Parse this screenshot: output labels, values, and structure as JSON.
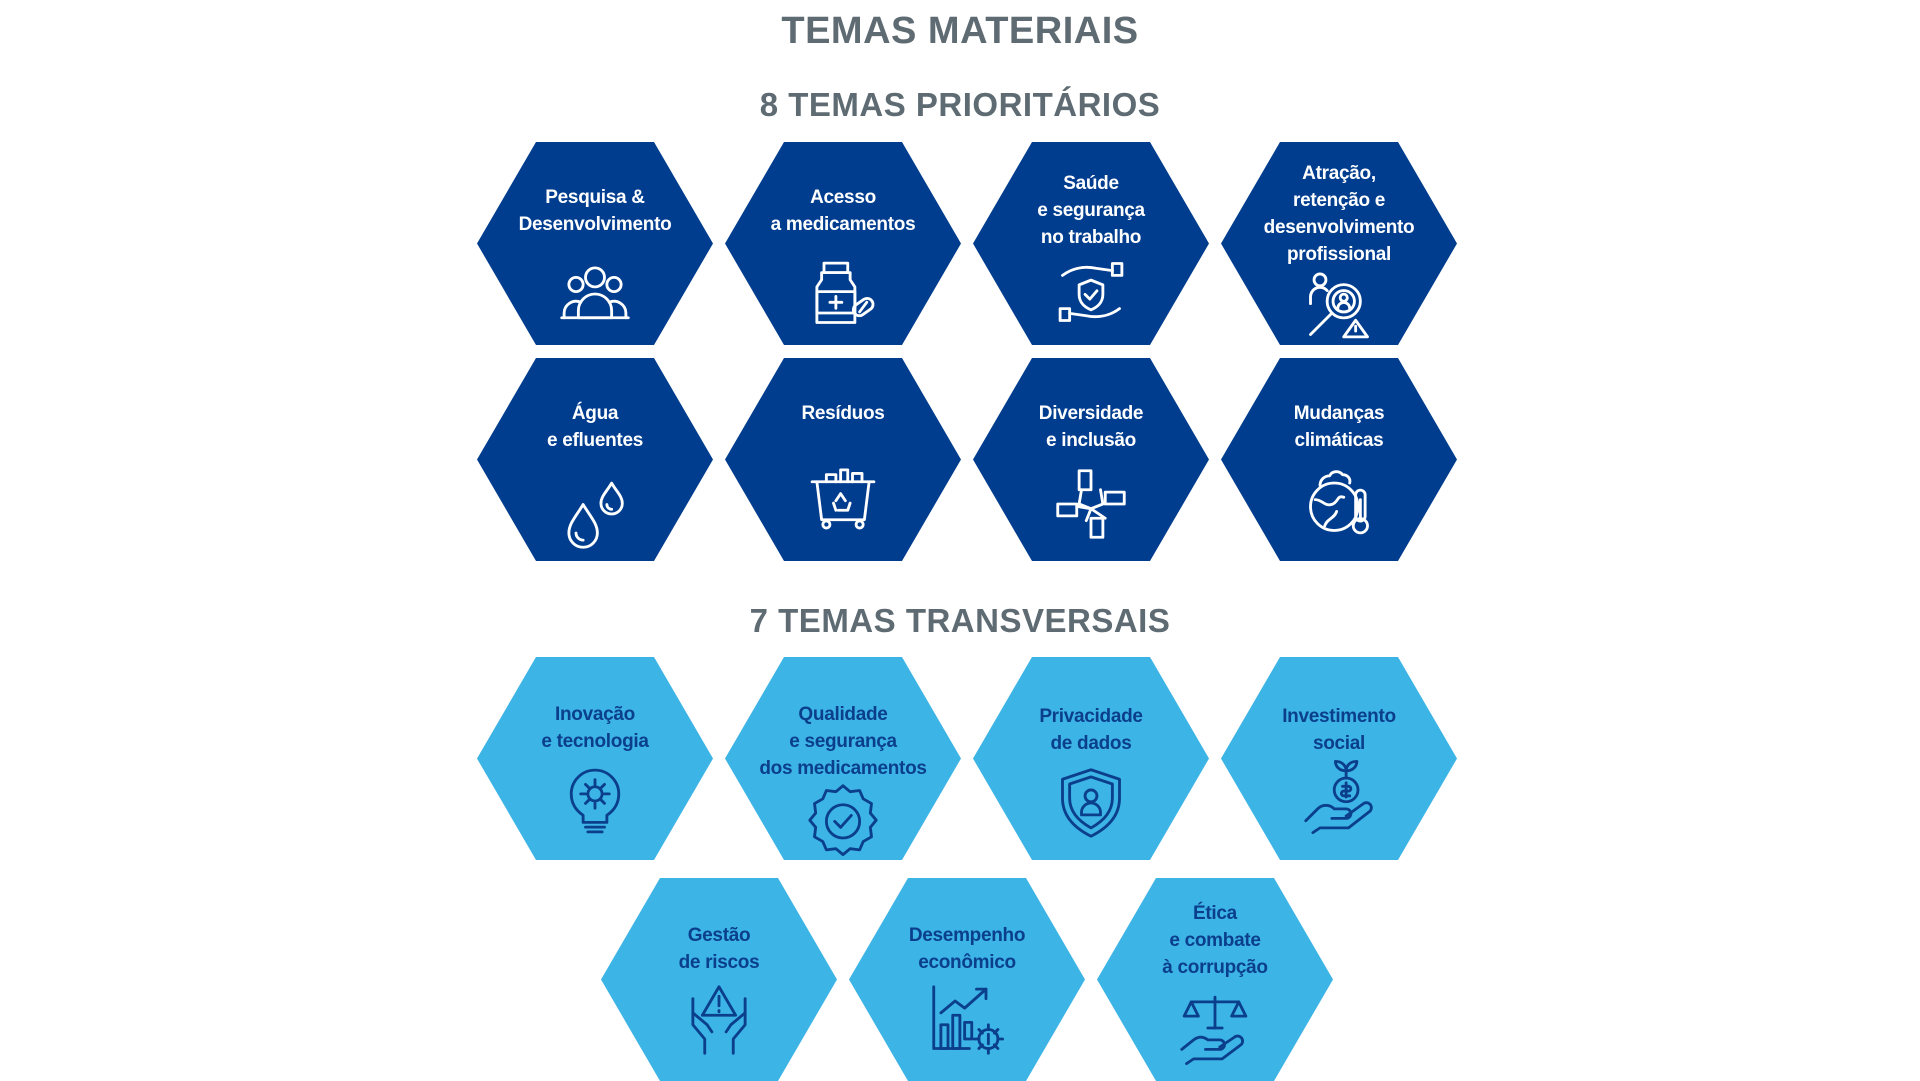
{
  "title": "TEMAS MATERIAIS",
  "prioritarios": {
    "heading": "8 TEMAS  PRIORITÁRIOS",
    "items": [
      {
        "lines": [
          "Pesquisa &",
          "Desenvolvimento"
        ],
        "icon": "people-group-icon"
      },
      {
        "lines": [
          "Acesso",
          "a medicamentos"
        ],
        "icon": "medicine-bottle-icon"
      },
      {
        "lines": [
          "Saúde",
          "e segurança",
          "no trabalho"
        ],
        "icon": "hands-shield-icon"
      },
      {
        "lines": [
          "Atração,",
          "retenção e",
          "desenvolvimento",
          "profissional"
        ],
        "icon": "talent-search-icon"
      },
      {
        "lines": [
          "Água",
          "e efluentes"
        ],
        "icon": "water-drops-icon"
      },
      {
        "lines": [
          "Resíduos"
        ],
        "icon": "recycle-bin-icon"
      },
      {
        "lines": [
          "Diversidade",
          "e inclusão"
        ],
        "icon": "joined-hands-icon"
      },
      {
        "lines": [
          "Mudanças",
          "climáticas"
        ],
        "icon": "globe-thermometer-icon"
      }
    ]
  },
  "transversais": {
    "heading": "7 TEMAS TRANSVERSAIS",
    "items": [
      {
        "lines": [
          "Inovação",
          "e tecnologia"
        ],
        "icon": "lightbulb-gear-icon"
      },
      {
        "lines": [
          "Qualidade",
          "e segurança",
          "dos medicamentos"
        ],
        "icon": "quality-badge-icon"
      },
      {
        "lines": [
          "Privacidade",
          "de dados"
        ],
        "icon": "shield-user-icon"
      },
      {
        "lines": [
          "Investimento",
          "social"
        ],
        "icon": "hand-coin-plant-icon"
      },
      {
        "lines": [
          "Gestão",
          "de riscos"
        ],
        "icon": "hands-warning-icon"
      },
      {
        "lines": [
          "Desempenho",
          "econômico"
        ],
        "icon": "growth-chart-icon"
      },
      {
        "lines": [
          "Ética",
          "e combate",
          "à corrupção"
        ],
        "icon": "scales-hand-icon"
      }
    ]
  },
  "colors": {
    "dark_hex": "#003d8f",
    "light_hex": "#3cb4e6",
    "heading": "#5f6b73"
  }
}
